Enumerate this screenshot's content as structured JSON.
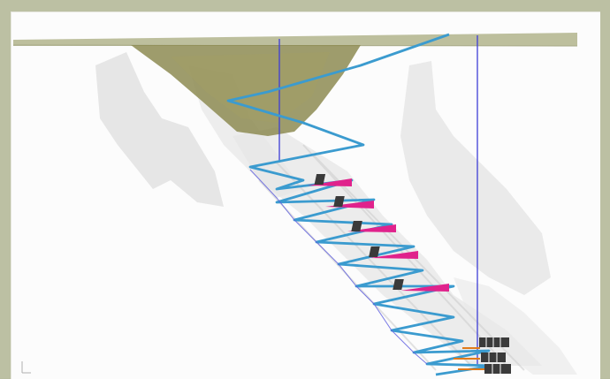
{
  "view": {
    "title": "",
    "axis_indicator": ""
  },
  "colors": {
    "frame": "#bcc0a3",
    "ground_surface": "#bdbf9d",
    "pit": "#8c8a50",
    "ramp": "#3b9bcf",
    "shaft": "#3d3dd6",
    "orebody": "#e6e6e6",
    "stope": "#e0228c",
    "equipment": "#3a3a3a",
    "drive": "#e07a1a"
  },
  "scene": {
    "ramp_levels": 14,
    "stope_count": 5,
    "equipment_clusters": 3,
    "shafts": 2
  }
}
